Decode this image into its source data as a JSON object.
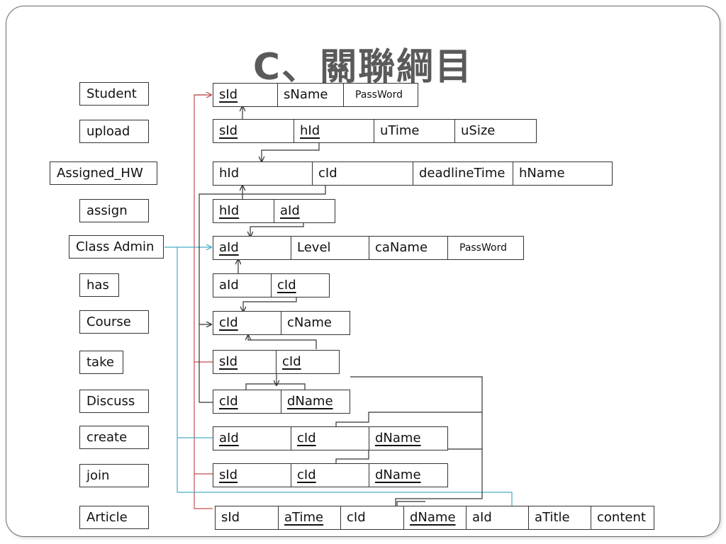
{
  "title": "C、關聯綱目",
  "relations": [
    {
      "name": "Student",
      "attributes": [
        {
          "text": "sId",
          "key": true
        },
        {
          "text": "sName",
          "key": false
        },
        {
          "text": "PassWord",
          "key": false
        }
      ]
    },
    {
      "name": "upload",
      "attributes": [
        {
          "text": "sId",
          "key": true
        },
        {
          "text": "hId",
          "key": true
        },
        {
          "text": "uTime",
          "key": false
        },
        {
          "text": "uSize",
          "key": false
        }
      ]
    },
    {
      "name": "Assigned_HW",
      "attributes": [
        {
          "text": "hId",
          "key": false
        },
        {
          "text": "cId",
          "key": false
        },
        {
          "text": "deadlineTime",
          "key": false
        },
        {
          "text": "hName",
          "key": false
        }
      ]
    },
    {
      "name": "assign",
      "attributes": [
        {
          "text": "hId",
          "key": true
        },
        {
          "text": "aId",
          "key": true
        }
      ]
    },
    {
      "name": "Class Admin",
      "attributes": [
        {
          "text": "aId",
          "key": true
        },
        {
          "text": "Level",
          "key": false
        },
        {
          "text": "caName",
          "key": false
        },
        {
          "text": "PassWord",
          "key": false
        }
      ]
    },
    {
      "name": "has",
      "attributes": [
        {
          "text": "aId",
          "key": false
        },
        {
          "text": "cId",
          "key": true
        }
      ]
    },
    {
      "name": "Course",
      "attributes": [
        {
          "text": "cId",
          "key": true
        },
        {
          "text": "cName",
          "key": false
        }
      ]
    },
    {
      "name": "take",
      "attributes": [
        {
          "text": "sId",
          "key": true
        },
        {
          "text": "cId",
          "key": true
        }
      ]
    },
    {
      "name": "Discuss",
      "attributes": [
        {
          "text": "cId",
          "key": true
        },
        {
          "text": "dName",
          "key": true
        }
      ]
    },
    {
      "name": "create",
      "attributes": [
        {
          "text": "aId",
          "key": true
        },
        {
          "text": "cId",
          "key": true
        },
        {
          "text": "dName",
          "key": true
        }
      ]
    },
    {
      "name": "join",
      "attributes": [
        {
          "text": "sId",
          "key": true
        },
        {
          "text": "cId",
          "key": true
        },
        {
          "text": "dName",
          "key": true
        }
      ]
    },
    {
      "name": "Article",
      "attributes": [
        {
          "text": "sId",
          "key": false
        },
        {
          "text": "aTime",
          "key": true
        },
        {
          "text": "cId",
          "key": false
        },
        {
          "text": "dName",
          "key": true
        },
        {
          "text": "aId",
          "key": false
        },
        {
          "text": "aTitle",
          "key": false
        },
        {
          "text": "content",
          "key": false
        }
      ]
    }
  ],
  "colors": {
    "title": "#5a5a5a",
    "border": "#333333",
    "student_link": "#c0504d",
    "admin_link": "#4bacc6",
    "course_link": "#333333"
  }
}
